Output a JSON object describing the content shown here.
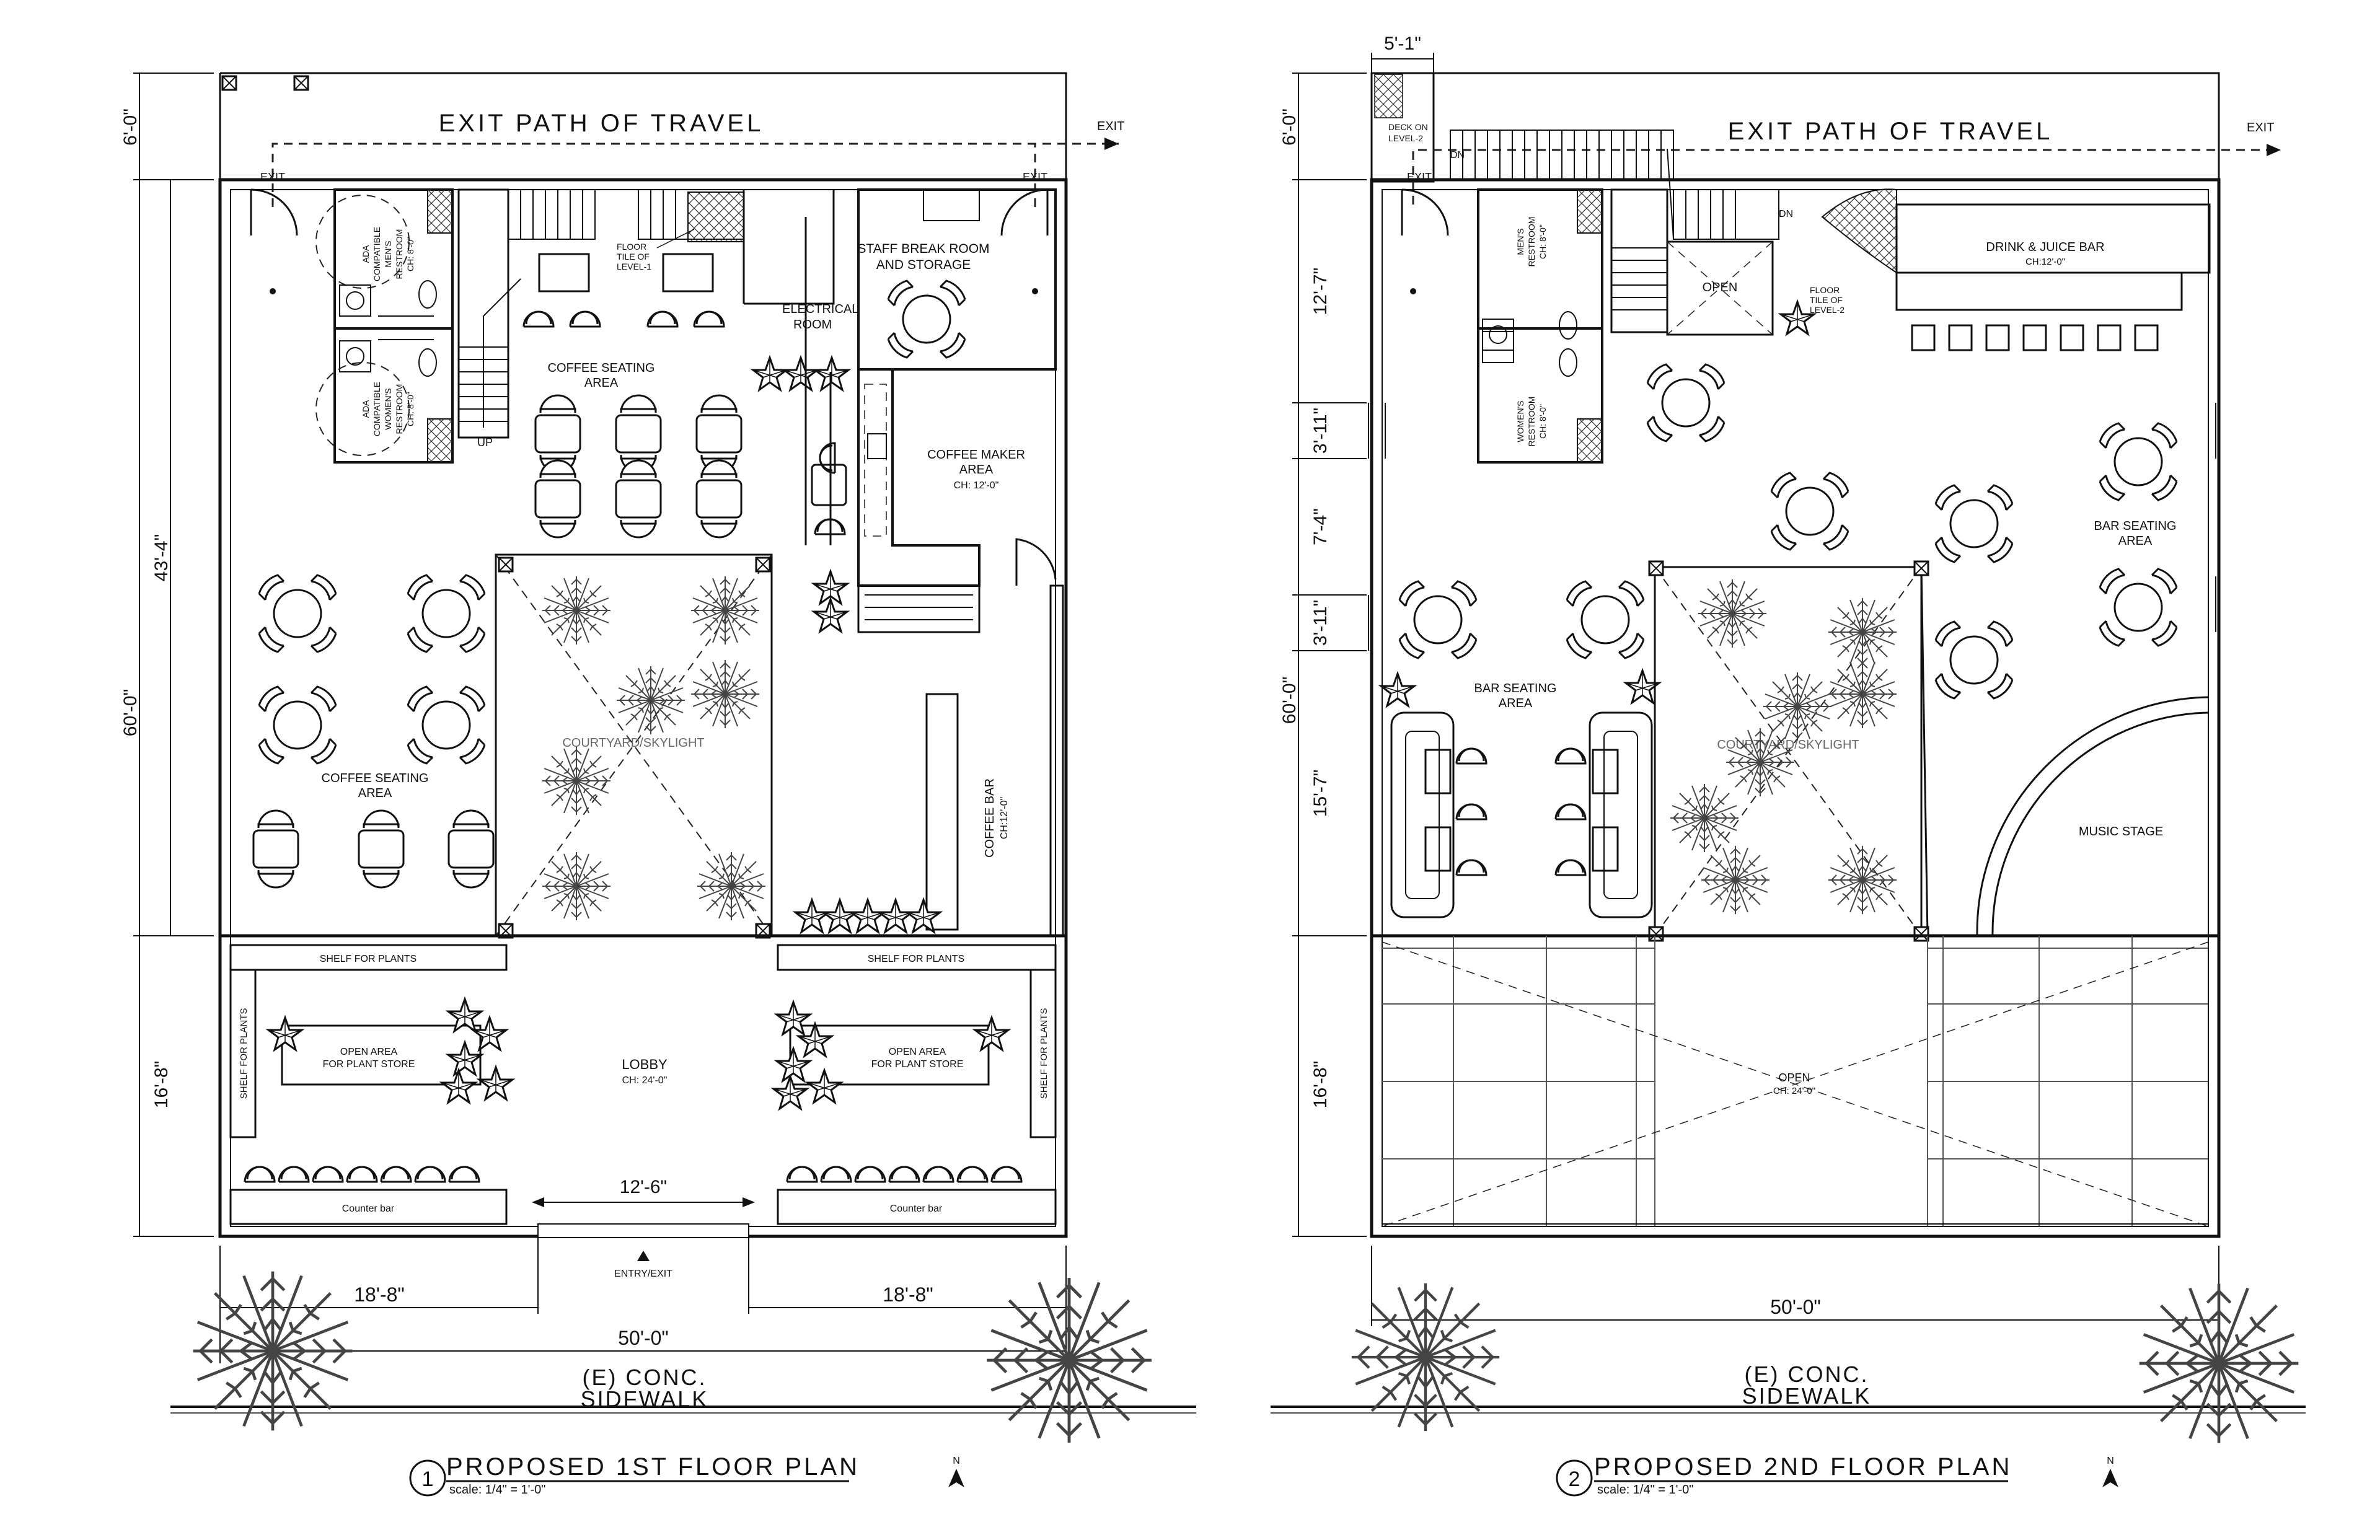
{
  "plan1": {
    "exit_path": "EXIT PATH OF TRAVEL",
    "exit": "EXIT",
    "dims": {
      "top": "6'-0\"",
      "upper": "43'-4\"",
      "total": "60'-0\"",
      "lower": "16'-8\"",
      "entry_width": "12'-6\"",
      "left_bottom": "18'-8\"",
      "right_bottom": "18'-8\"",
      "width": "50'-0\""
    },
    "rooms": {
      "mens": [
        "ADA",
        "COMPATIBLE",
        "MEN'S",
        "RESTROOM",
        "CH: 8'-0\""
      ],
      "womens": [
        "ADA",
        "COMPATIBLE",
        "WOMEN'S",
        "RESTROOM",
        "CH: 8'-0\""
      ],
      "floor_tile": [
        "FLOOR",
        "TILE OF",
        "LEVEL-1"
      ],
      "electrical": [
        "ELECTRICAL",
        "ROOM"
      ],
      "staff": [
        "STAFF BREAK ROOM",
        "AND STORAGE"
      ],
      "coffee_seating_top": [
        "COFFEE SEATING",
        "AREA"
      ],
      "coffee_maker": [
        "COFFEE MAKER",
        "AREA"
      ],
      "coffee_maker_ch": "CH:  12'-0\"",
      "up": "UP",
      "courtyard": "COURTYARD/SKYLIGHT",
      "coffee_seating_left": [
        "COFFEE SEATING",
        "AREA"
      ],
      "coffee_bar": "COFFEE BAR",
      "coffee_bar_ch": "CH:12'-0\"",
      "shelf_left": "SHELF FOR PLANTS",
      "shelf_right": "SHELF FOR PLANTS",
      "shelf_side_left": "SHELF FOR PLANTS",
      "shelf_side_right": "SHELF FOR PLANTS",
      "plant_store_left": [
        "OPEN AREA",
        "FOR PLANT STORE"
      ],
      "plant_store_right": [
        "OPEN AREA",
        "FOR PLANT STORE"
      ],
      "lobby": "LOBBY",
      "lobby_ch": "CH:  24'-0\"",
      "counter_left": "Counter bar",
      "counter_right": "Counter bar",
      "entry": "ENTRY/EXIT"
    },
    "sidewalk": [
      "(E) CONC.",
      "SIDFWALK"
    ],
    "title_num": "1",
    "title": "PROPOSED 1ST FLOOR PLAN",
    "scale": "scale: 1/4\" = 1'-0\"",
    "north": "N"
  },
  "plan2": {
    "exit_path": "EXIT PATH OF TRAVEL",
    "exit": "EXIT",
    "dims": {
      "deck": "5'-1\"",
      "top": "6'-0\"",
      "d1": "12'-7\"",
      "d2": "3'-11\"",
      "d3": "7'-4\"",
      "d4": "3'-11\"",
      "total": "60'-0\"",
      "d5": "15'-7\"",
      "lower": "16'-8\"",
      "width": "50'-0\""
    },
    "rooms": {
      "deck": [
        "DECK ON",
        "LEVEL-2"
      ],
      "dn1": "DN",
      "dn2": "DN",
      "mens": [
        "MEN'S",
        "RESTROOM",
        "CH: 8'-0\""
      ],
      "womens": [
        "WOMEN'S",
        "RESTROOM",
        "CH: 8'-0\""
      ],
      "open_stair": "OPEN",
      "floor_tile": [
        "FLOOR",
        "TILE OF",
        "LEVEL-2"
      ],
      "drink_bar": "DRINK & JUICE BAR",
      "drink_ch": "CH:12'-0\"",
      "bar_seating_right": [
        "BAR SEATING",
        "AREA"
      ],
      "bar_seating_left": [
        "BAR SEATING",
        "AREA"
      ],
      "courtyard": "COURTYARD/SKYLIGHT",
      "music": "MUSIC STAGE",
      "open": "OPEN",
      "open_ch": "CH:  24'-0\""
    },
    "sidewalk": [
      "(E) CONC.",
      "SIDEWALK"
    ],
    "title_num": "2",
    "title": "PROPOSED 2ND FLOOR PLAN",
    "scale": "scale: 1/4\" = 1'-0\"",
    "north": "N"
  }
}
